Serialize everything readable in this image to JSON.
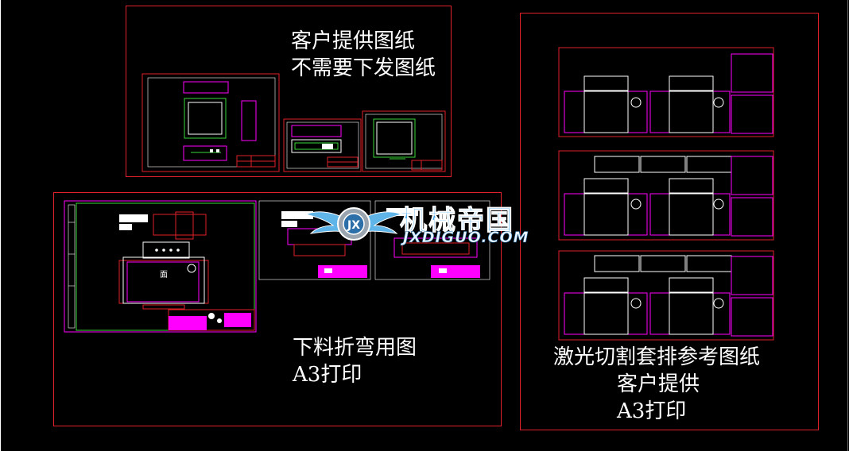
{
  "annotations": {
    "customer_drawings": [
      "客户提供图纸",
      "不需要下发图纸"
    ],
    "bending_drawings": [
      "下料折弯用图",
      "A3打印"
    ],
    "laser_nesting": [
      "激光切割套排参考图纸",
      "客户提供",
      "A3打印"
    ]
  },
  "drawing_text": {
    "face_label": "面"
  },
  "watermark": {
    "name_cn": "机械帝国",
    "domain": "JXDIGUO.COM",
    "emblem_letters": "JX"
  },
  "colors": {
    "background": "#000000",
    "frame": "#e0202a",
    "outline": "#ff00ff",
    "green": "#39d839",
    "text": "#ffffff",
    "logo_blue": "#3aa2e6"
  }
}
